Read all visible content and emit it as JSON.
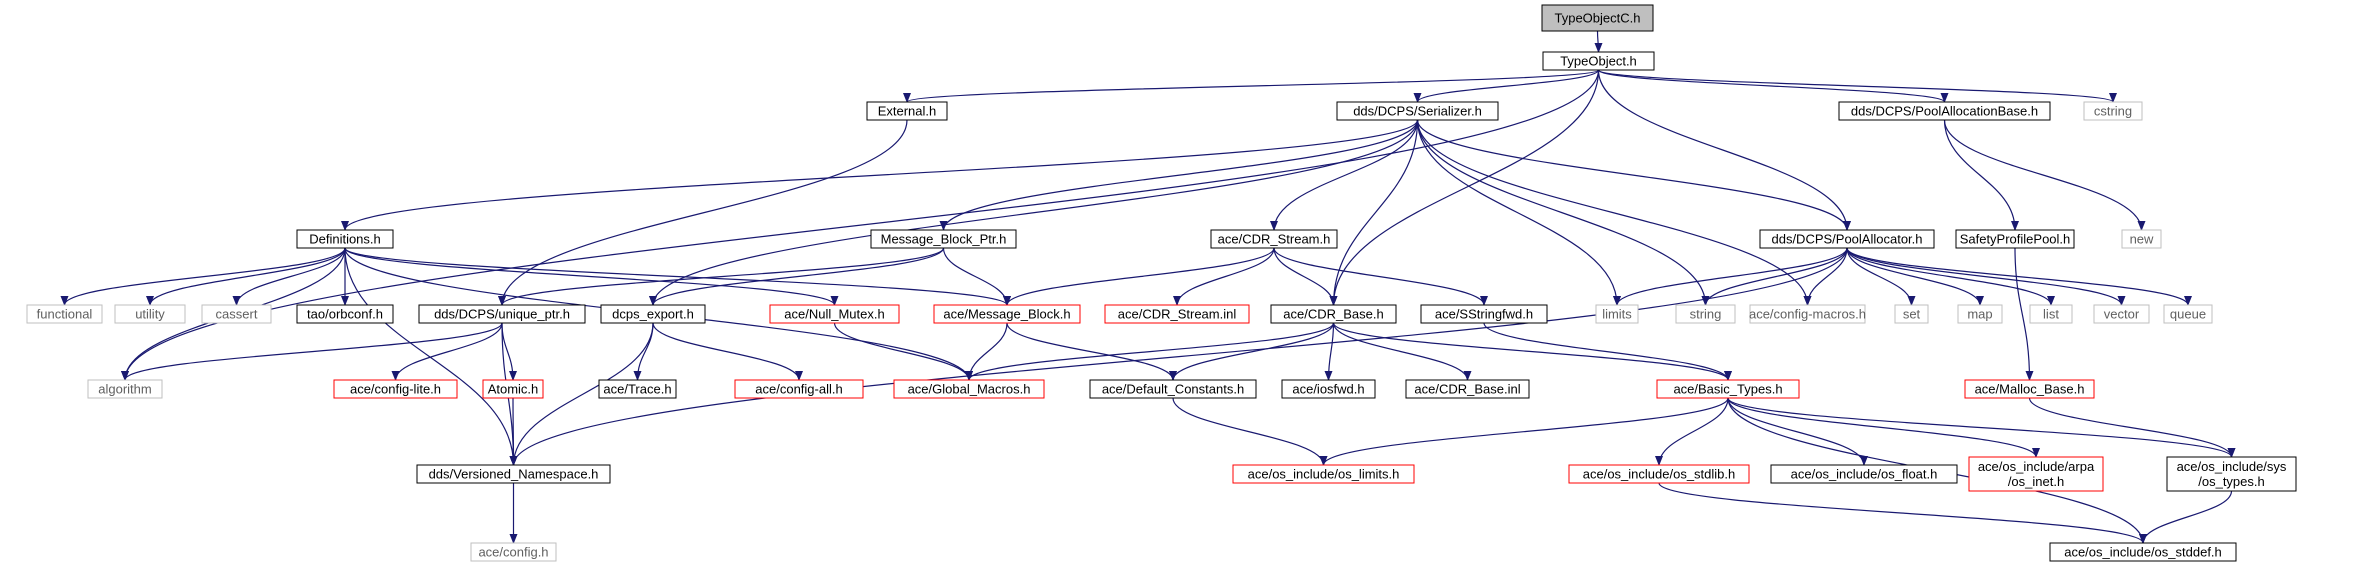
{
  "title": "TypeObjectC.h",
  "colors": {
    "edge": "#191970",
    "border_black": "#000000",
    "border_red": "#ff0000",
    "border_gray": "#bfbfbf",
    "root_fill": "#bfbfbf"
  },
  "nodes": [
    {
      "id": "root",
      "lines": [
        "TypeObjectC.h"
      ],
      "style": "root"
    },
    {
      "id": "typeobject",
      "lines": [
        "TypeObject.h"
      ],
      "style": "black"
    },
    {
      "id": "external",
      "lines": [
        "External.h"
      ],
      "style": "black"
    },
    {
      "id": "serializer",
      "lines": [
        "dds/DCPS/Serializer.h"
      ],
      "style": "black"
    },
    {
      "id": "poolallocbase",
      "lines": [
        "dds/DCPS/PoolAllocationBase.h"
      ],
      "style": "black"
    },
    {
      "id": "cstring",
      "lines": [
        "cstring"
      ],
      "style": "gray"
    },
    {
      "id": "definitions",
      "lines": [
        "Definitions.h"
      ],
      "style": "black"
    },
    {
      "id": "mbptr",
      "lines": [
        "Message_Block_Ptr.h"
      ],
      "style": "black"
    },
    {
      "id": "cdrstream",
      "lines": [
        "ace/CDR_Stream.h"
      ],
      "style": "black"
    },
    {
      "id": "poolallocator",
      "lines": [
        "dds/DCPS/PoolAllocator.h"
      ],
      "style": "black"
    },
    {
      "id": "safetypool",
      "lines": [
        "SafetyProfilePool.h"
      ],
      "style": "black"
    },
    {
      "id": "new",
      "lines": [
        "new"
      ],
      "style": "gray"
    },
    {
      "id": "functional",
      "lines": [
        "functional"
      ],
      "style": "gray"
    },
    {
      "id": "utility",
      "lines": [
        "utility"
      ],
      "style": "gray"
    },
    {
      "id": "cassert",
      "lines": [
        "cassert"
      ],
      "style": "gray"
    },
    {
      "id": "orbconf",
      "lines": [
        "tao/orbconf.h"
      ],
      "style": "black"
    },
    {
      "id": "uniqueptr",
      "lines": [
        "dds/DCPS/unique_ptr.h"
      ],
      "style": "black"
    },
    {
      "id": "dcpsexport",
      "lines": [
        "dcps_export.h"
      ],
      "style": "black"
    },
    {
      "id": "nullmutex",
      "lines": [
        "ace/Null_Mutex.h"
      ],
      "style": "red"
    },
    {
      "id": "msgblock",
      "lines": [
        "ace/Message_Block.h"
      ],
      "style": "red"
    },
    {
      "id": "cdrstreaminl",
      "lines": [
        "ace/CDR_Stream.inl"
      ],
      "style": "red"
    },
    {
      "id": "cdrbase",
      "lines": [
        "ace/CDR_Base.h"
      ],
      "style": "black"
    },
    {
      "id": "sstringfwd",
      "lines": [
        "ace/SStringfwd.h"
      ],
      "style": "black"
    },
    {
      "id": "limits",
      "lines": [
        "limits"
      ],
      "style": "gray"
    },
    {
      "id": "string",
      "lines": [
        "string"
      ],
      "style": "gray"
    },
    {
      "id": "configmacros",
      "lines": [
        "ace/config-macros.h"
      ],
      "style": "gray"
    },
    {
      "id": "set",
      "lines": [
        "set"
      ],
      "style": "gray"
    },
    {
      "id": "map",
      "lines": [
        "map"
      ],
      "style": "gray"
    },
    {
      "id": "list",
      "lines": [
        "list"
      ],
      "style": "gray"
    },
    {
      "id": "vector",
      "lines": [
        "vector"
      ],
      "style": "gray"
    },
    {
      "id": "queue",
      "lines": [
        "queue"
      ],
      "style": "gray"
    },
    {
      "id": "algorithm",
      "lines": [
        "algorithm"
      ],
      "style": "gray"
    },
    {
      "id": "configlite",
      "lines": [
        "ace/config-lite.h"
      ],
      "style": "red"
    },
    {
      "id": "atomic",
      "lines": [
        "Atomic.h"
      ],
      "style": "red"
    },
    {
      "id": "trace",
      "lines": [
        "ace/Trace.h"
      ],
      "style": "black"
    },
    {
      "id": "configall",
      "lines": [
        "ace/config-all.h"
      ],
      "style": "red"
    },
    {
      "id": "globalmacros",
      "lines": [
        "ace/Global_Macros.h"
      ],
      "style": "red"
    },
    {
      "id": "defconst",
      "lines": [
        "ace/Default_Constants.h"
      ],
      "style": "black"
    },
    {
      "id": "iosfwd",
      "lines": [
        "ace/iosfwd.h"
      ],
      "style": "black"
    },
    {
      "id": "cdrbaseinl",
      "lines": [
        "ace/CDR_Base.inl"
      ],
      "style": "black"
    },
    {
      "id": "basictypes",
      "lines": [
        "ace/Basic_Types.h"
      ],
      "style": "red"
    },
    {
      "id": "mallocbase",
      "lines": [
        "ace/Malloc_Base.h"
      ],
      "style": "red"
    },
    {
      "id": "versioned",
      "lines": [
        "dds/Versioned_Namespace.h"
      ],
      "style": "black"
    },
    {
      "id": "oslimits",
      "lines": [
        "ace/os_include/os_limits.h"
      ],
      "style": "red"
    },
    {
      "id": "osstdlib",
      "lines": [
        "ace/os_include/os_stdlib.h"
      ],
      "style": "red"
    },
    {
      "id": "osfloat",
      "lines": [
        "ace/os_include/os_float.h"
      ],
      "style": "black"
    },
    {
      "id": "osinet",
      "lines": [
        "ace/os_include/arpa",
        "/os_inet.h"
      ],
      "style": "red"
    },
    {
      "id": "ostypes",
      "lines": [
        "ace/os_include/sys",
        "/os_types.h"
      ],
      "style": "black"
    },
    {
      "id": "config",
      "lines": [
        "ace/config.h"
      ],
      "style": "gray"
    },
    {
      "id": "osstddef",
      "lines": [
        "ace/os_include/os_stddef.h"
      ],
      "style": "black"
    }
  ],
  "edges": [
    [
      "root",
      "typeobject"
    ],
    [
      "typeobject",
      "algorithm"
    ],
    [
      "typeobject",
      "external"
    ],
    [
      "typeobject",
      "serializer"
    ],
    [
      "typeobject",
      "poolallocbase"
    ],
    [
      "typeobject",
      "cstring"
    ],
    [
      "typeobject",
      "cdrbase"
    ],
    [
      "typeobject",
      "poolallocator"
    ],
    [
      "external",
      "uniqueptr"
    ],
    [
      "serializer",
      "definitions"
    ],
    [
      "serializer",
      "mbptr"
    ],
    [
      "serializer",
      "cdrstream"
    ],
    [
      "serializer",
      "poolallocator"
    ],
    [
      "serializer",
      "dcpsexport"
    ],
    [
      "serializer",
      "cdrbase"
    ],
    [
      "serializer",
      "limits"
    ],
    [
      "serializer",
      "string"
    ],
    [
      "serializer",
      "configmacros"
    ],
    [
      "poolallocbase",
      "safetypool"
    ],
    [
      "poolallocbase",
      "new"
    ],
    [
      "definitions",
      "functional"
    ],
    [
      "definitions",
      "utility"
    ],
    [
      "definitions",
      "cassert"
    ],
    [
      "definitions",
      "orbconf"
    ],
    [
      "definitions",
      "nullmutex"
    ],
    [
      "definitions",
      "msgblock"
    ],
    [
      "definitions",
      "globalmacros"
    ],
    [
      "definitions",
      "versioned"
    ],
    [
      "definitions",
      "algorithm"
    ],
    [
      "mbptr",
      "uniqueptr"
    ],
    [
      "mbptr",
      "msgblock"
    ],
    [
      "mbptr",
      "dcpsexport"
    ],
    [
      "cdrstream",
      "msgblock"
    ],
    [
      "cdrstream",
      "cdrstreaminl"
    ],
    [
      "cdrstream",
      "cdrbase"
    ],
    [
      "cdrstream",
      "sstringfwd"
    ],
    [
      "poolallocator",
      "limits"
    ],
    [
      "poolallocator",
      "string"
    ],
    [
      "poolallocator",
      "configmacros"
    ],
    [
      "poolallocator",
      "set"
    ],
    [
      "poolallocator",
      "map"
    ],
    [
      "poolallocator",
      "list"
    ],
    [
      "poolallocator",
      "vector"
    ],
    [
      "poolallocator",
      "queue"
    ],
    [
      "poolallocator",
      "versioned"
    ],
    [
      "safetypool",
      "mallocbase"
    ],
    [
      "uniqueptr",
      "algorithm"
    ],
    [
      "uniqueptr",
      "configlite"
    ],
    [
      "uniqueptr",
      "atomic"
    ],
    [
      "uniqueptr",
      "versioned"
    ],
    [
      "dcpsexport",
      "trace"
    ],
    [
      "dcpsexport",
      "configall"
    ],
    [
      "dcpsexport",
      "versioned"
    ],
    [
      "nullmutex",
      "globalmacros"
    ],
    [
      "msgblock",
      "globalmacros"
    ],
    [
      "msgblock",
      "defconst"
    ],
    [
      "cdrbase",
      "globalmacros"
    ],
    [
      "cdrbase",
      "defconst"
    ],
    [
      "cdrbase",
      "iosfwd"
    ],
    [
      "cdrbase",
      "cdrbaseinl"
    ],
    [
      "cdrbase",
      "basictypes"
    ],
    [
      "sstringfwd",
      "basictypes"
    ],
    [
      "atomic",
      "versioned"
    ],
    [
      "defconst",
      "oslimits"
    ],
    [
      "basictypes",
      "oslimits"
    ],
    [
      "basictypes",
      "osstdlib"
    ],
    [
      "basictypes",
      "osfloat"
    ],
    [
      "basictypes",
      "osinet"
    ],
    [
      "basictypes",
      "ostypes"
    ],
    [
      "basictypes",
      "osstddef"
    ],
    [
      "mallocbase",
      "ostypes"
    ],
    [
      "versioned",
      "config"
    ],
    [
      "osstdlib",
      "osstddef"
    ],
    [
      "ostypes",
      "osstddef"
    ]
  ]
}
